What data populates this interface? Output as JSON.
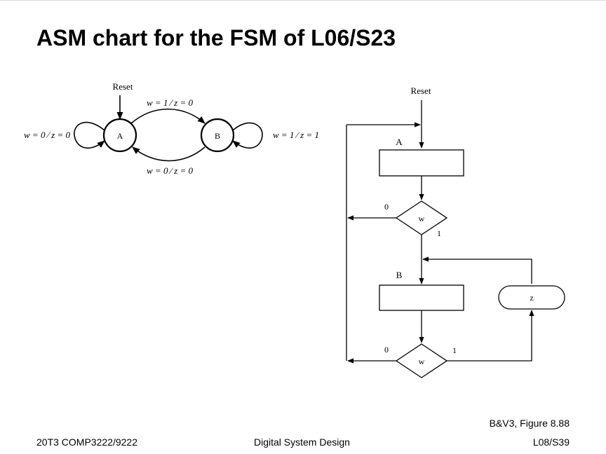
{
  "slide": {
    "title": "ASM chart for the FSM of L06/S23",
    "citation": "B&V3, Figure 8.88",
    "course": "20T3 COMP3222/9222",
    "subject": "Digital System Design",
    "page": "L08/S39"
  },
  "state_diagram": {
    "reset_label": "Reset",
    "state_a": "A",
    "state_b": "B",
    "loop_a_label": "w = 0 ⁄ z = 0",
    "arc_ab_label": "w = 1 ⁄ z = 0",
    "arc_ba_label": "w = 0 ⁄ z = 0",
    "loop_b_label": "w = 1 ⁄ z = 1"
  },
  "asm_chart": {
    "reset_label": "Reset",
    "state_a": "A",
    "state_b": "B",
    "decision_1_var": "w",
    "decision_1_false": "0",
    "decision_1_true": "1",
    "decision_2_var": "w",
    "decision_2_false": "0",
    "decision_2_true": "1",
    "conditional_output": "z"
  }
}
